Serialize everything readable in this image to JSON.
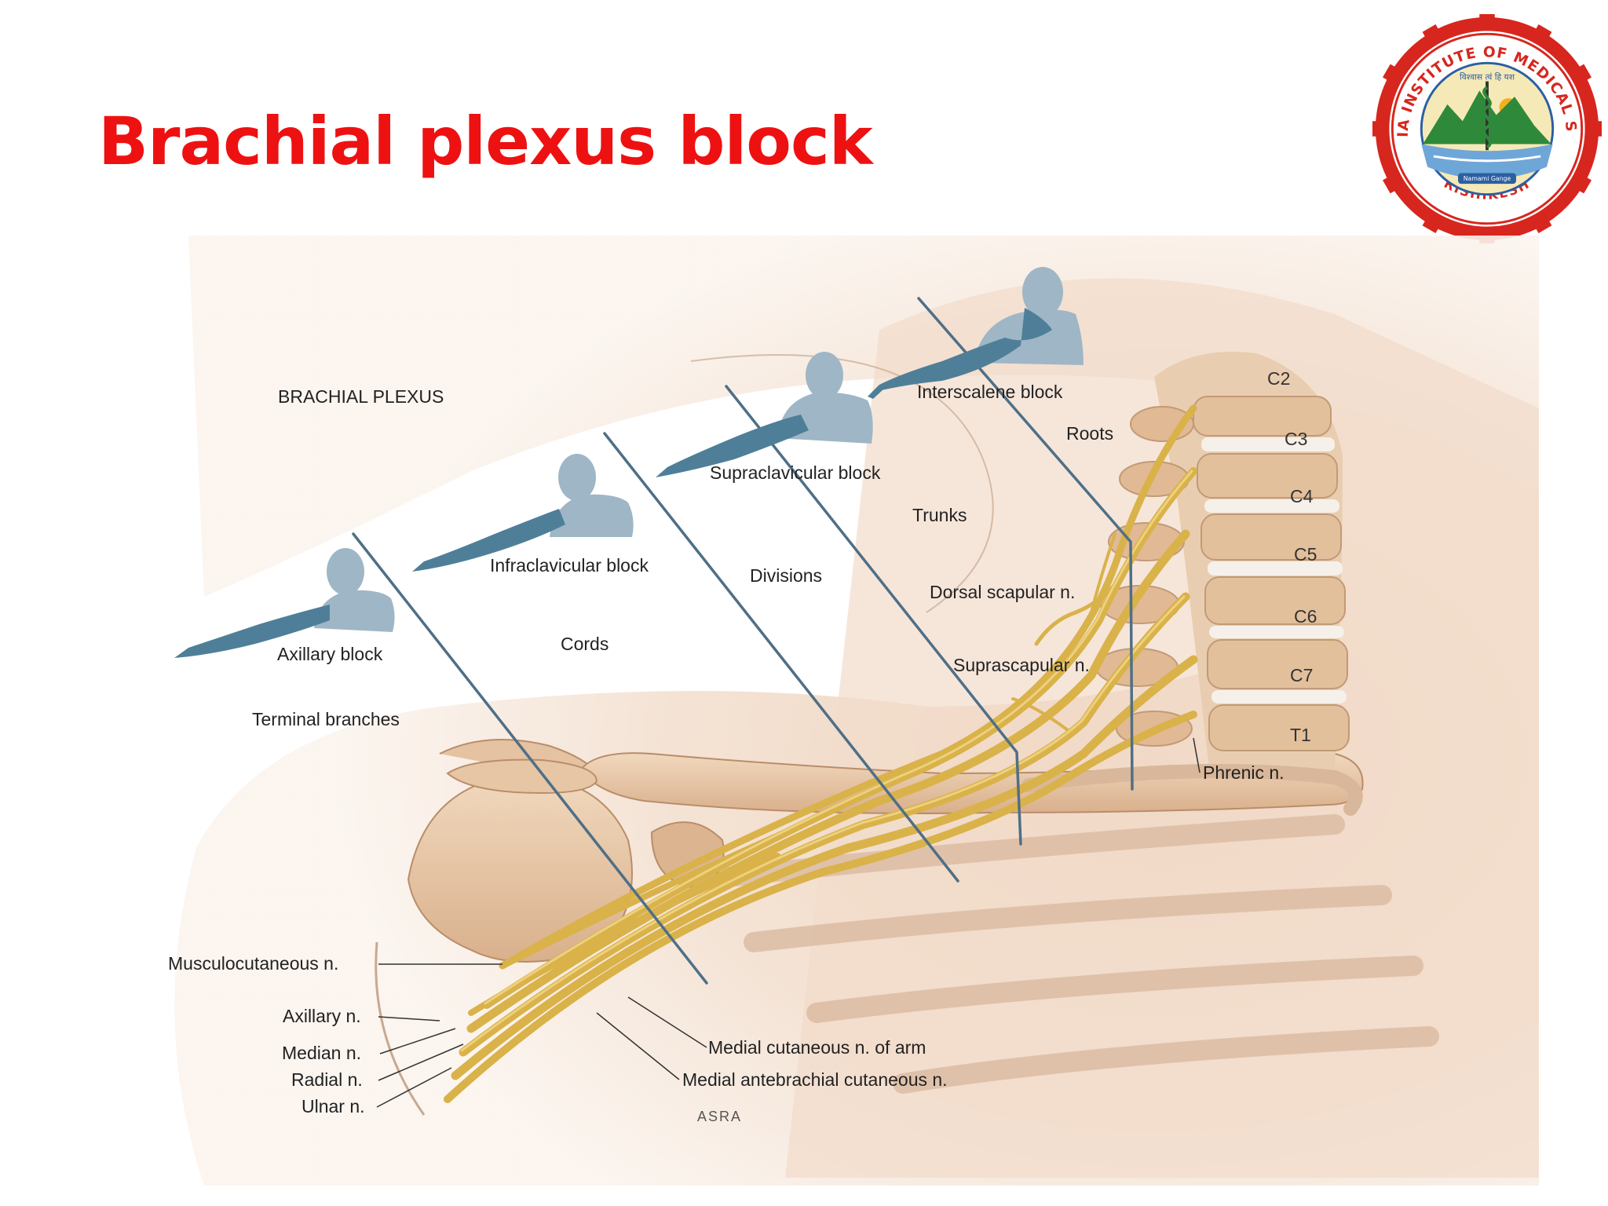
{
  "slide": {
    "title": "Brachial plexus block"
  },
  "logo": {
    "ring_text": "ALL INDIA INSTITUTE OF MEDICAL SCIENCES",
    "city": "RISHIKESH",
    "motto": "विश्वास त्वं हि यश",
    "river_text": "Namami Gange",
    "colors": {
      "ring": "#d7261e",
      "hills": "#2e8a3a",
      "sky": "#f6e9b8",
      "water": "#6fa6d8"
    }
  },
  "diagram": {
    "heading": "BRACHIAL PLEXUS",
    "blocks": {
      "interscalene": "Interscalene block",
      "supraclavicular": "Supraclavicular block",
      "infraclavicular": "Infraclavicular block",
      "axillary": "Axillary block"
    },
    "regions": {
      "roots": "Roots",
      "trunks": "Trunks",
      "divisions": "Divisions",
      "cords": "Cords",
      "terminal": "Terminal branches"
    },
    "vertebrae": [
      "C2",
      "C3",
      "C4",
      "C5",
      "C6",
      "C7",
      "T1"
    ],
    "nerves": {
      "dorsal_scapular": "Dorsal scapular n.",
      "suprascapular": "Suprascapular n.",
      "phrenic": "Phrenic n.",
      "musculocutaneous": "Musculocutaneous n.",
      "axillary": "Axillary n.",
      "median": "Median n.",
      "radial": "Radial n.",
      "ulnar": "Ulnar n.",
      "medial_cut_arm": "Medial cutaneous n. of arm",
      "medial_antebrachial": "Medial antebrachial cutaneous n."
    },
    "credit": "ASRA",
    "colors": {
      "tissue": "#efd7c2",
      "bone": "#e8c9a8",
      "nerve": "#d9b24a",
      "needle": "#4f6f86",
      "figure": "#9fb6c6",
      "arm": "#4f7f98"
    }
  }
}
